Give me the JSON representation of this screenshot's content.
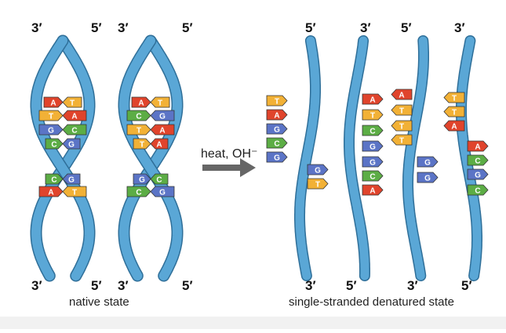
{
  "left_panel": {
    "caption": "native state",
    "helix1": {
      "top_left": "3′",
      "top_right": "5′",
      "bottom_left": "3′",
      "bottom_right": "5′"
    },
    "helix2": {
      "top_left": "3′",
      "top_right": "5′",
      "bottom_left": "3′",
      "bottom_right": "5′"
    },
    "pairs": [
      [
        "A",
        "T"
      ],
      [
        "T",
        "A"
      ],
      [
        "G",
        "C"
      ],
      [
        "C",
        "G"
      ],
      [
        "C",
        "G"
      ],
      [
        "A",
        "T"
      ]
    ],
    "pairs2": [
      [
        "A",
        "T"
      ],
      [
        "C",
        "G"
      ],
      [
        "T",
        "A"
      ],
      [
        "T",
        "A"
      ],
      [
        "G",
        "C"
      ],
      [
        "C",
        "G"
      ]
    ]
  },
  "arrow": {
    "label": "heat, OH⁻"
  },
  "right_panel": {
    "caption": "single-stranded denatured state",
    "top_labels": [
      "5′",
      "3′",
      "5′",
      "3′"
    ],
    "bottom_labels": [
      "3′",
      "5′",
      "3′",
      "5′"
    ],
    "strand1": [
      "T",
      "A",
      "G",
      "C",
      "G",
      "G",
      "T"
    ],
    "strand2": [
      "A",
      "T",
      "C",
      "G",
      "G",
      "C",
      "A"
    ],
    "strand3": [
      "A",
      "T",
      "T",
      "T",
      "G",
      "G"
    ],
    "strand4": [
      "T",
      "T",
      "A",
      "A",
      "C",
      "G",
      "C"
    ]
  },
  "colors": {
    "backbone": "#5aa7d6",
    "backbone_dark": "#2f6f99",
    "A": "#e0442c",
    "T": "#f2b136",
    "G": "#5b74c6",
    "C": "#5cad45"
  }
}
